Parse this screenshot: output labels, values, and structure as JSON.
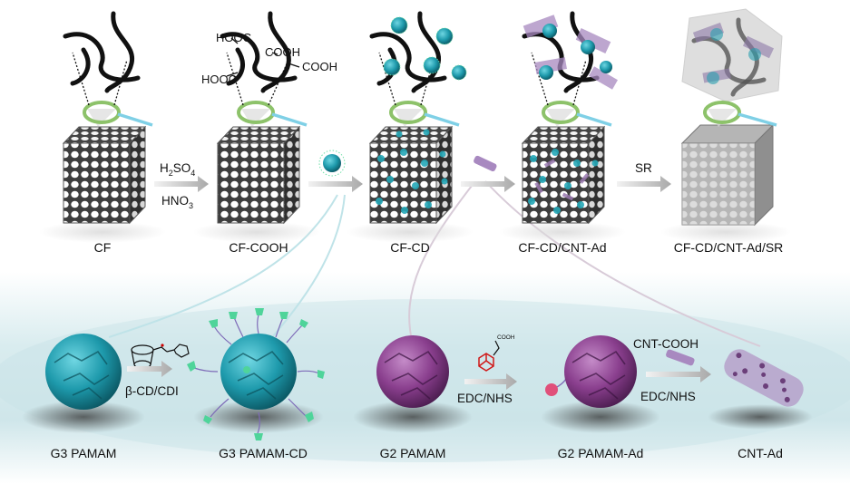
{
  "top_row": {
    "labels": [
      "CF",
      "CF-COOH",
      "CF-CD",
      "CF-CD/CNT-Ad",
      "CF-CD/CNT-Ad/SR"
    ],
    "step1_reagent_a": "H",
    "step1_reagent_a_sub": "2",
    "step1_reagent_a_rest": "SO",
    "step1_reagent_a_sub2": "4",
    "step1_reagent_b": "HNO",
    "step1_reagent_b_sub": "3",
    "step4_reagent": "SR",
    "cooh_groups": [
      "HOOC",
      "COOH",
      "COOH",
      "HOOC"
    ]
  },
  "bottom_row": {
    "labels": [
      "G3 PAMAM",
      "G3 PAMAM-CD",
      "G2 PAMAM",
      "G2 PAMAM-Ad",
      "CNT-Ad"
    ],
    "step_cd": "β-CD/CDI",
    "step_ad": "EDC/NHS",
    "step_cnt_reagent": "CNT-COOH",
    "step_cnt": "EDC/NHS",
    "ad_acid_label": "COOH"
  },
  "colors": {
    "cyan_sphere": "#1f9fb0",
    "purple_sphere": "#8a3f8e",
    "sponge": "#8c8c8c",
    "loop_ring": "#8dc26a",
    "handle": "#7fd0e6",
    "arrow": "#c4c4c4",
    "cd_cone": "#4fd49a",
    "ad_ball": "#e0507a"
  }
}
